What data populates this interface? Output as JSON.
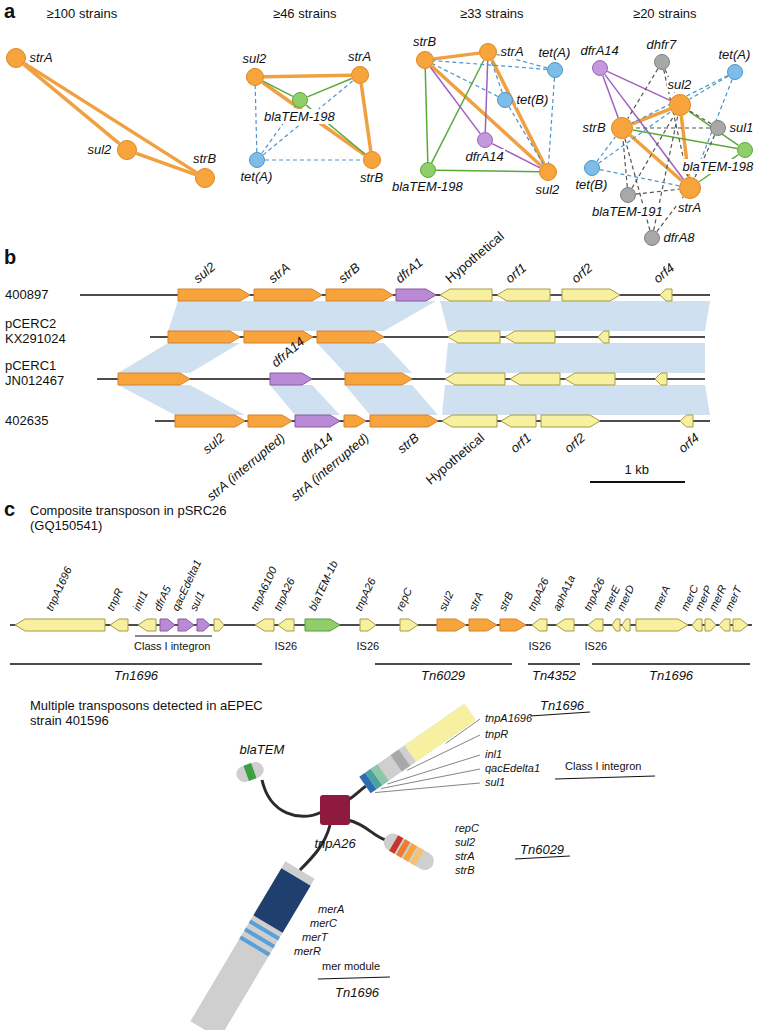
{
  "diagram": {
    "nodes": [
      {
        "text": [
          "strA"
        ]
      },
      {
        "text": [
          "sul2"
        ]
      },
      {
        "text": [
          "strB"
        ]
      },
      {
        "text": [
          "sul2"
        ]
      },
      {
        "text": [
          "strA"
        ]
      },
      {
        "text": [
          "blaTEM-198"
        ]
      },
      {
        "text": [
          "tet(A)"
        ]
      },
      {
        "text": [
          "strB"
        ]
      },
      {
        "text": [
          "strB"
        ]
      },
      {
        "text": [
          "strA"
        ]
      },
      {
        "text": [
          "tet(A)"
        ]
      },
      {
        "text": [
          "tet(B)"
        ]
      },
      {
        "text": [
          "dfrA14"
        ]
      },
      {
        "text": [
          "blaTEM-198"
        ]
      },
      {
        "text": [
          "sul2"
        ]
      },
      {
        "text": [
          "dfrA14"
        ]
      },
      {
        "text": [
          "dhfr7"
        ]
      },
      {
        "text": [
          "tet(A)"
        ]
      },
      {
        "text": [
          "strB"
        ]
      },
      {
        "text": [
          "sul2"
        ]
      },
      {
        "text": [
          "sul1"
        ]
      },
      {
        "text": [
          "tet(B)"
        ]
      },
      {
        "text": [
          "blaTEM-191"
        ]
      },
      {
        "text": [
          "strA"
        ]
      },
      {
        "text": [
          "blaTEM-198"
        ]
      },
      {
        "text": [
          "dfrA8"
        ]
      }
    ],
    "edges": [
      {
        "from": 0,
        "to": 1,
        "arrow": "none"
      },
      {
        "from": 1,
        "to": 2,
        "arrow": "none"
      },
      {
        "from": 0,
        "to": 2,
        "arrow": "none"
      },
      {
        "from": 3,
        "to": 4,
        "arrow": "none"
      },
      {
        "from": 4,
        "to": 7,
        "arrow": "none"
      },
      {
        "from": 3,
        "to": 7,
        "arrow": "none"
      },
      {
        "from": 5,
        "to": 3,
        "arrow": "none"
      },
      {
        "from": 5,
        "to": 4,
        "arrow": "none"
      },
      {
        "from": 5,
        "to": 7,
        "arrow": "none"
      },
      {
        "from": 6,
        "to": 3,
        "arrow": "none"
      },
      {
        "from": 6,
        "to": 4,
        "arrow": "none"
      },
      {
        "from": 6,
        "to": 7,
        "arrow": "none"
      },
      {
        "from": 6,
        "to": 5,
        "arrow": "none"
      },
      {
        "from": 8,
        "to": 9,
        "arrow": "none"
      },
      {
        "from": 9,
        "to": 14,
        "arrow": "none"
      },
      {
        "from": 8,
        "to": 14,
        "arrow": "none"
      },
      {
        "from": 13,
        "to": 8,
        "arrow": "none"
      },
      {
        "from": 13,
        "to": 9,
        "arrow": "none"
      },
      {
        "from": 13,
        "to": 14,
        "arrow": "none"
      },
      {
        "from": 12,
        "to": 8,
        "arrow": "none"
      },
      {
        "from": 12,
        "to": 9,
        "arrow": "none"
      },
      {
        "from": 12,
        "to": 14,
        "arrow": "none"
      },
      {
        "from": 10,
        "to": 9,
        "arrow": "none"
      },
      {
        "from": 10,
        "to": 8,
        "arrow": "none"
      },
      {
        "from": 10,
        "to": 14,
        "arrow": "none"
      },
      {
        "from": 11,
        "to": 8,
        "arrow": "none"
      },
      {
        "from": 11,
        "to": 9,
        "arrow": "none"
      },
      {
        "from": 11,
        "to": 14,
        "arrow": "none"
      },
      {
        "from": 18,
        "to": 19,
        "arrow": "none"
      },
      {
        "from": 19,
        "to": 23,
        "arrow": "none"
      },
      {
        "from": 18,
        "to": 23,
        "arrow": "none"
      },
      {
        "from": 15,
        "to": 18,
        "arrow": "none"
      },
      {
        "from": 15,
        "to": 19,
        "arrow": "none"
      },
      {
        "from": 15,
        "to": 23,
        "arrow": "none"
      },
      {
        "from": 24,
        "to": 19,
        "arrow": "none"
      },
      {
        "from": 24,
        "to": 23,
        "arrow": "none"
      },
      {
        "from": 24,
        "to": 18,
        "arrow": "none"
      },
      {
        "from": 17,
        "to": 19,
        "arrow": "none"
      },
      {
        "from": 17,
        "to": 18,
        "arrow": "none"
      },
      {
        "from": 17,
        "to": 23,
        "arrow": "none"
      },
      {
        "from": 21,
        "to": 18,
        "arrow": "none"
      },
      {
        "from": 21,
        "to": 19,
        "arrow": "none"
      },
      {
        "from": 21,
        "to": 23,
        "arrow": "none"
      },
      {
        "from": 16,
        "to": 18,
        "arrow": "none"
      },
      {
        "from": 16,
        "to": 19,
        "arrow": "none"
      },
      {
        "from": 16,
        "to": 23,
        "arrow": "none"
      },
      {
        "from": 20,
        "to": 19,
        "arrow": "none"
      },
      {
        "from": 20,
        "to": 23,
        "arrow": "none"
      },
      {
        "from": 20,
        "to": 18,
        "arrow": "none"
      },
      {
        "from": 22,
        "to": 18,
        "arrow": "none"
      },
      {
        "from": 22,
        "to": 19,
        "arrow": "none"
      },
      {
        "from": 22,
        "to": 23,
        "arrow": "none"
      },
      {
        "from": 25,
        "to": 23,
        "arrow": "none"
      },
      {
        "from": 25,
        "to": 19,
        "arrow": "none"
      },
      {
        "from": 25,
        "to": 18,
        "arrow": "none"
      }
    ],
    "labels": [
      "a",
      "≥100 strains",
      "≥46 strains",
      "≥33 strains",
      "≥20 strains",
      "b",
      "400897",
      "pCERC2 KX291024",
      "pCERC1 JN012467",
      "402635",
      "sul2",
      "strA",
      "strB",
      "dfrA1",
      "Hypothetical",
      "orf1",
      "orf2",
      "orf4",
      "dfrA14",
      "sul2",
      "strA (interrupted)",
      "dfrA14",
      "strA (interrupted)",
      "strB",
      "Hypothetical",
      "orf1",
      "orf2",
      "orf4",
      "1 kb",
      "c",
      "Composite transposon in pSRC26 (GQ150541)",
      "tnpA1696",
      "tnpR",
      "intI1",
      "dfrA5",
      "qacEdelta1",
      "sul1",
      "tnpA6100",
      "tnpA26",
      "blaTEM-1b",
      "tnpA26",
      "repC",
      "sul2",
      "strA",
      "strB",
      "tnpA26",
      "aphA1a",
      "tnpA26",
      "merE",
      "merD",
      "merA",
      "merC",
      "merP",
      "merR",
      "merT",
      "Class I integron",
      "IS26",
      "IS26",
      "IS26",
      "IS26",
      "Tn1696",
      "Tn6029",
      "Tn4352",
      "Tn1696",
      "Multiple transposons detected in aEPEC strain 401596",
      "blaTEM",
      "Tn1696",
      "tnpA1696",
      "tnpR",
      "inl1",
      "qacEdelta1",
      "sul1",
      "Class I integron",
      "tnpA26",
      "repC",
      "sul2",
      "strA",
      "strB",
      "Tn6029",
      "merA",
      "merC",
      "merT",
      "merR",
      "mer module",
      "Tn1696"
    ]
  }
}
